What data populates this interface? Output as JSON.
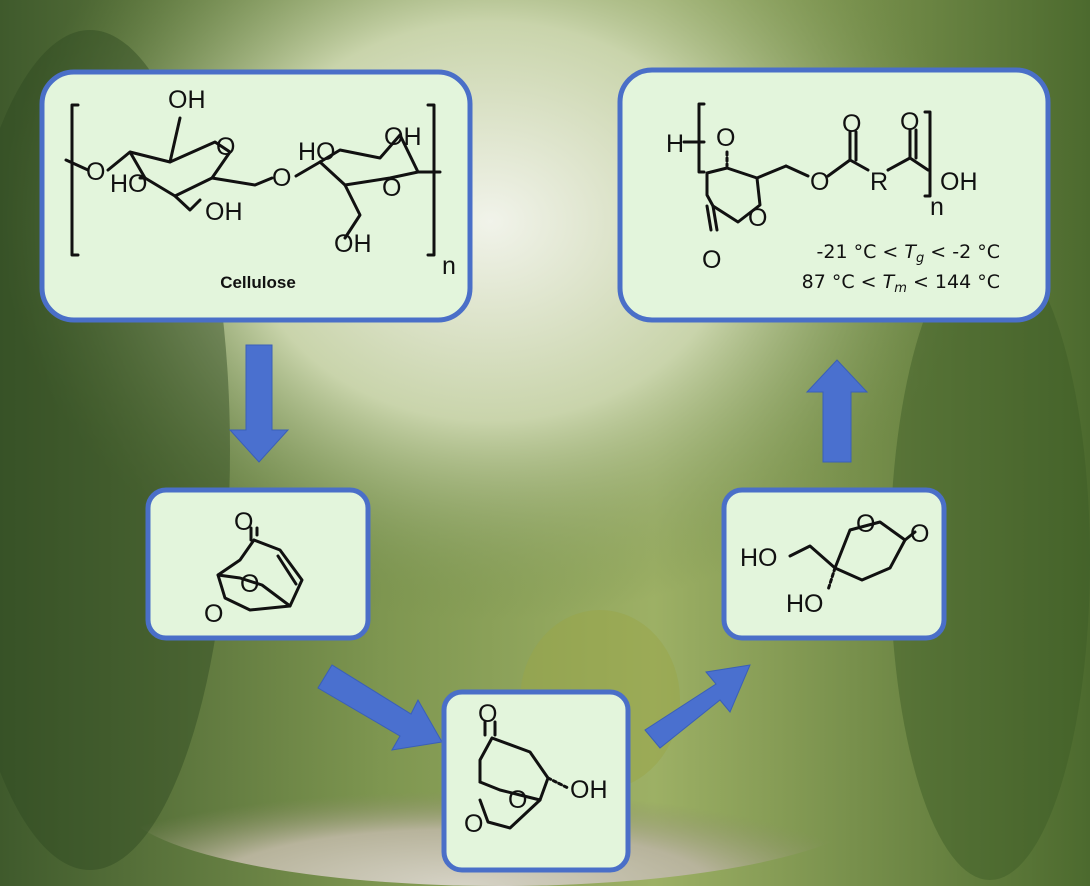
{
  "colors": {
    "box_fill": "#e3f5dc",
    "box_border": "#4a6fc8",
    "arrow": "#4a70cf"
  },
  "cellulose": {
    "name": "Cellulose",
    "atoms": [
      "OH",
      "O",
      "HO",
      "OH",
      "O",
      "O",
      "HO",
      "OH",
      "O",
      "OH"
    ],
    "repeat": "n"
  },
  "levoglucosenone": {
    "atoms": [
      "O",
      "O",
      "O"
    ]
  },
  "hydroxy_ketone": {
    "atoms": [
      "O",
      "O",
      "O",
      "OH"
    ]
  },
  "lactone": {
    "atoms": [
      "HO",
      "O",
      "O",
      "HO"
    ]
  },
  "polymer": {
    "atoms": [
      "H",
      "O",
      "O",
      "O",
      "O",
      "R",
      "O",
      "OH",
      "O"
    ],
    "repeat": "n",
    "tg": {
      "prefix": "-21 °C < ",
      "symbol": "T",
      "sub": "g",
      "suffix": " < -2 °C"
    },
    "tm": {
      "prefix": "87 °C < ",
      "symbol": "T",
      "sub": "m",
      "suffix": " < 144 °C"
    }
  },
  "arrows": [
    "cellulose-to-levoglucosenone",
    "levoglucosenone-to-hydroxy-ketone",
    "hydroxy-ketone-to-lactone",
    "lactone-to-polymer"
  ]
}
